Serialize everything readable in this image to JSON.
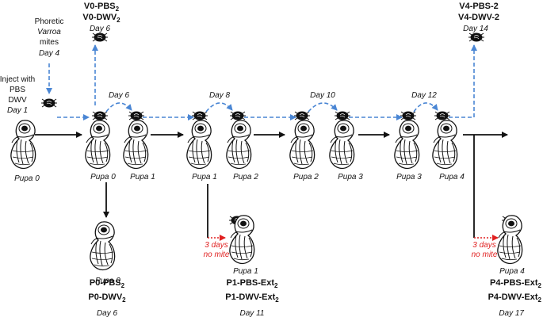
{
  "injection": {
    "line1": "Inject with",
    "line2": "PBS",
    "line3": "DWV",
    "day": "Day 1"
  },
  "phoretic": {
    "line1": "Phoretic",
    "line2": "Varroa",
    "line3": "mites",
    "day": "Day 4"
  },
  "v0": {
    "name1": "V0-PBS",
    "sub1": "2",
    "name2": "V0-DWV",
    "sub2": "2",
    "day": "Day 6"
  },
  "v4": {
    "name1": "V4-PBS-2",
    "name2": "V4-DWV-2",
    "day": "Day 14"
  },
  "transfer_days": [
    "Day 6",
    "Day 8",
    "Day 10",
    "Day  12"
  ],
  "pupae_main": [
    "Pupa 0",
    "Pupa 0",
    "Pupa 1",
    "Pupa 1",
    "Pupa 2",
    "Pupa 2",
    "Pupa 3",
    "Pupa 3",
    "Pupa 4"
  ],
  "pupae_lower": [
    "Pupa 0",
    "Pupa 1",
    "Pupa 4"
  ],
  "p0": {
    "name1": "P0-PBS",
    "sub1": "2",
    "name2": "P0-DWV",
    "sub2": "2",
    "day": "Day 6"
  },
  "p1": {
    "name1": "P1-PBS-Ext",
    "sub1": "2",
    "name2": "P1-DWV-Ext",
    "sub2": "2",
    "day": "Day 11"
  },
  "p4": {
    "name1": "P4-PBS-Ext",
    "sub1": "2",
    "name2": "P4-DWV-Ext",
    "sub2": "2",
    "day": "Day 17"
  },
  "no_mite": {
    "line1": "3 days",
    "line2": "no mite"
  },
  "colors": {
    "dashed_arrow": "#4a86d4",
    "solid_arrow": "#111111",
    "no_mite": "#e02020"
  }
}
